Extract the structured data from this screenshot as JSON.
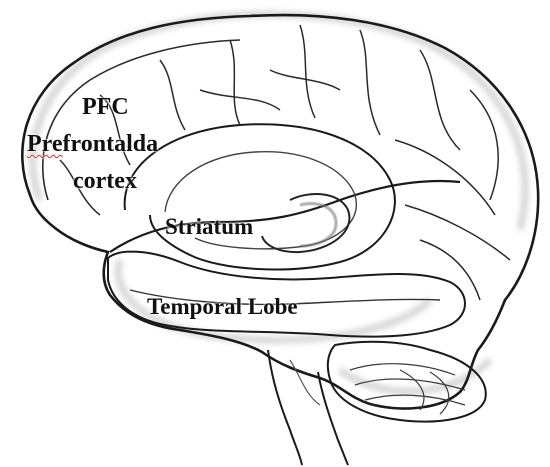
{
  "diagram": {
    "labels": {
      "pfc": "PFC",
      "prefrontalda_start": "Pre",
      "prefrontalda_rest": "frontalda",
      "cortex": "cortex",
      "striatum": "Striatum",
      "temporal_lobe": "Temporal Lobe"
    },
    "colors": {
      "outline": "#1a1a1a",
      "soft_stroke": "#555555",
      "shading": "#9a9a9a",
      "spellcheck_underline": "#d03030"
    }
  }
}
